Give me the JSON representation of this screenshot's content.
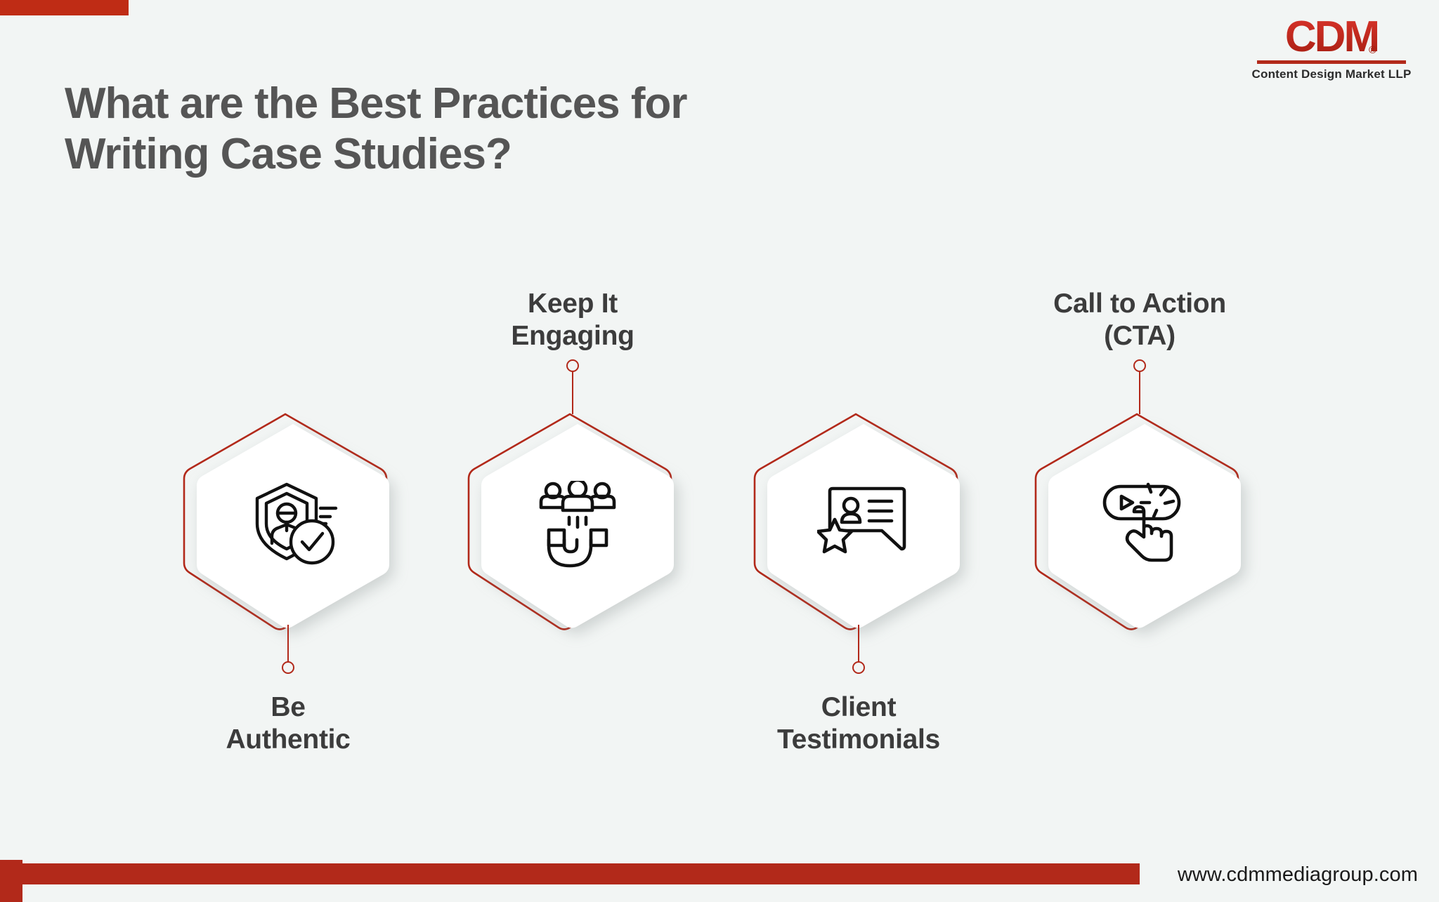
{
  "brand": {
    "logo_mark": "CDM",
    "logo_registered": "®",
    "logo_subtitle": "Content Design Market LLP",
    "accent_red": "#b2291a",
    "logo_red_light": "#d8332a",
    "logo_red_dark": "#a61f12",
    "background": "#f2f5f4",
    "text_dark": "#3c3c3c",
    "title_gray": "#555555"
  },
  "title": {
    "line1": "What are the Best Practices for",
    "line2": "Writing Case Studies?"
  },
  "items": [
    {
      "label_line1": "Be",
      "label_line2": "Authentic",
      "label_position": "below",
      "icon": "verified-person-shield-icon"
    },
    {
      "label_line1": "Keep It",
      "label_line2": "Engaging",
      "label_position": "above",
      "icon": "magnet-audience-icon"
    },
    {
      "label_line1": "Client",
      "label_line2": "Testimonials",
      "label_position": "below",
      "icon": "testimonial-speech-bubble-icon"
    },
    {
      "label_line1": "Call to Action",
      "label_line2": "(CTA)",
      "label_position": "above",
      "icon": "click-cta-button-icon"
    }
  ],
  "footer": {
    "url": "www.cdmmediagroup.com"
  }
}
